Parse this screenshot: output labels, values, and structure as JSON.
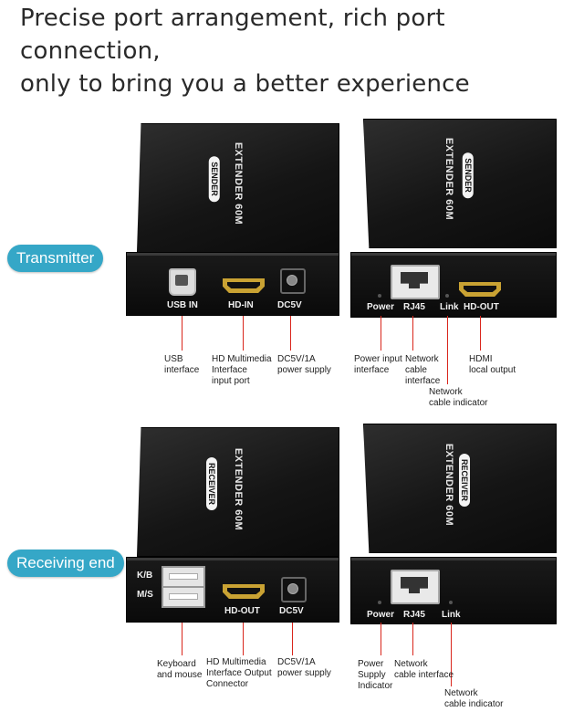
{
  "headline": {
    "line1": "Precise port arrangement, rich port connection,",
    "line2": "only to bring you a better experience"
  },
  "transmitter": {
    "section_label": "Transmitter",
    "case_text": "EXTENDER 60M",
    "case_badge": "SENDER",
    "front": {
      "ports": [
        "USB IN",
        "HD-IN",
        "DC5V"
      ],
      "annotations": [
        [
          "USB",
          "interface"
        ],
        [
          "HD Multimedia",
          "Interface",
          "input port"
        ],
        [
          "DC5V/1A",
          "power supply"
        ]
      ]
    },
    "rear": {
      "ports": [
        "Power",
        "RJ45",
        "Link",
        "HD-OUT"
      ],
      "annotations": [
        [
          "Power input",
          "interface"
        ],
        [
          "Network",
          "cable",
          "interface"
        ],
        [
          "Network",
          "cable indicator"
        ],
        [
          "HDMI",
          "local output"
        ]
      ]
    }
  },
  "receiver": {
    "section_label": "Receiving end",
    "case_text": "EXTENDER 60M",
    "case_badge": "RECEIVER",
    "front": {
      "ports": [
        "K/B",
        "M/S",
        "HD-OUT",
        "DC5V"
      ],
      "annotations": [
        [
          "Keyboard",
          "and mouse"
        ],
        [
          "HD Multimedia",
          "Interface Output",
          "Connector"
        ],
        [
          "DC5V/1A",
          "power supply"
        ]
      ]
    },
    "rear": {
      "ports": [
        "Power",
        "RJ45",
        "Link"
      ],
      "annotations": [
        [
          "Power",
          "Supply",
          "Indicator"
        ],
        [
          "Network",
          "cable interface"
        ],
        [
          "Network",
          "cable indicator"
        ]
      ]
    }
  },
  "colors": {
    "pill": "#35a7c7",
    "leader": "#d9261c",
    "device": "#111111",
    "hdmi_gold": "#c9a233"
  }
}
